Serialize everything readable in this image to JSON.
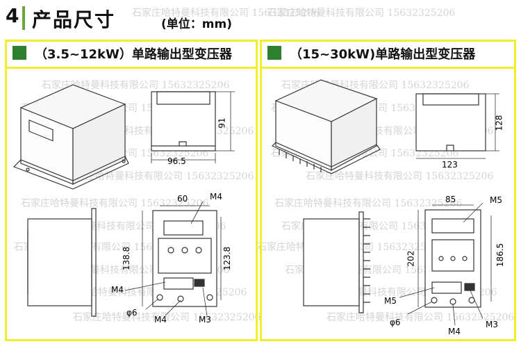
{
  "header": {
    "number": "4",
    "title": "产品尺寸",
    "unit": "(单位：mm)"
  },
  "watermark": "石家庄哈特曼科技有限公司 15632325206",
  "panels": [
    {
      "title": "（3.5~12kW）单路输出型变压器",
      "dims": {
        "width": "96.5",
        "height": "91",
        "hole_spacing": "60",
        "body_height": "138.8",
        "mount_height": "123.8",
        "screw_top": "M4",
        "screw_side": "M4",
        "screw_bottom": "M4",
        "terminal": "M3",
        "hole": "φ6"
      }
    },
    {
      "title": "（15~30kW)单路输出型变压器",
      "dims": {
        "width": "123",
        "height": "128",
        "hole_spacing": "85",
        "body_height": "202",
        "mount_height": "186.5",
        "screw_top": "M5",
        "screw_side": "M5",
        "screw_bottom": "M4",
        "terminal": "M3",
        "hole": "φ6"
      }
    }
  ]
}
